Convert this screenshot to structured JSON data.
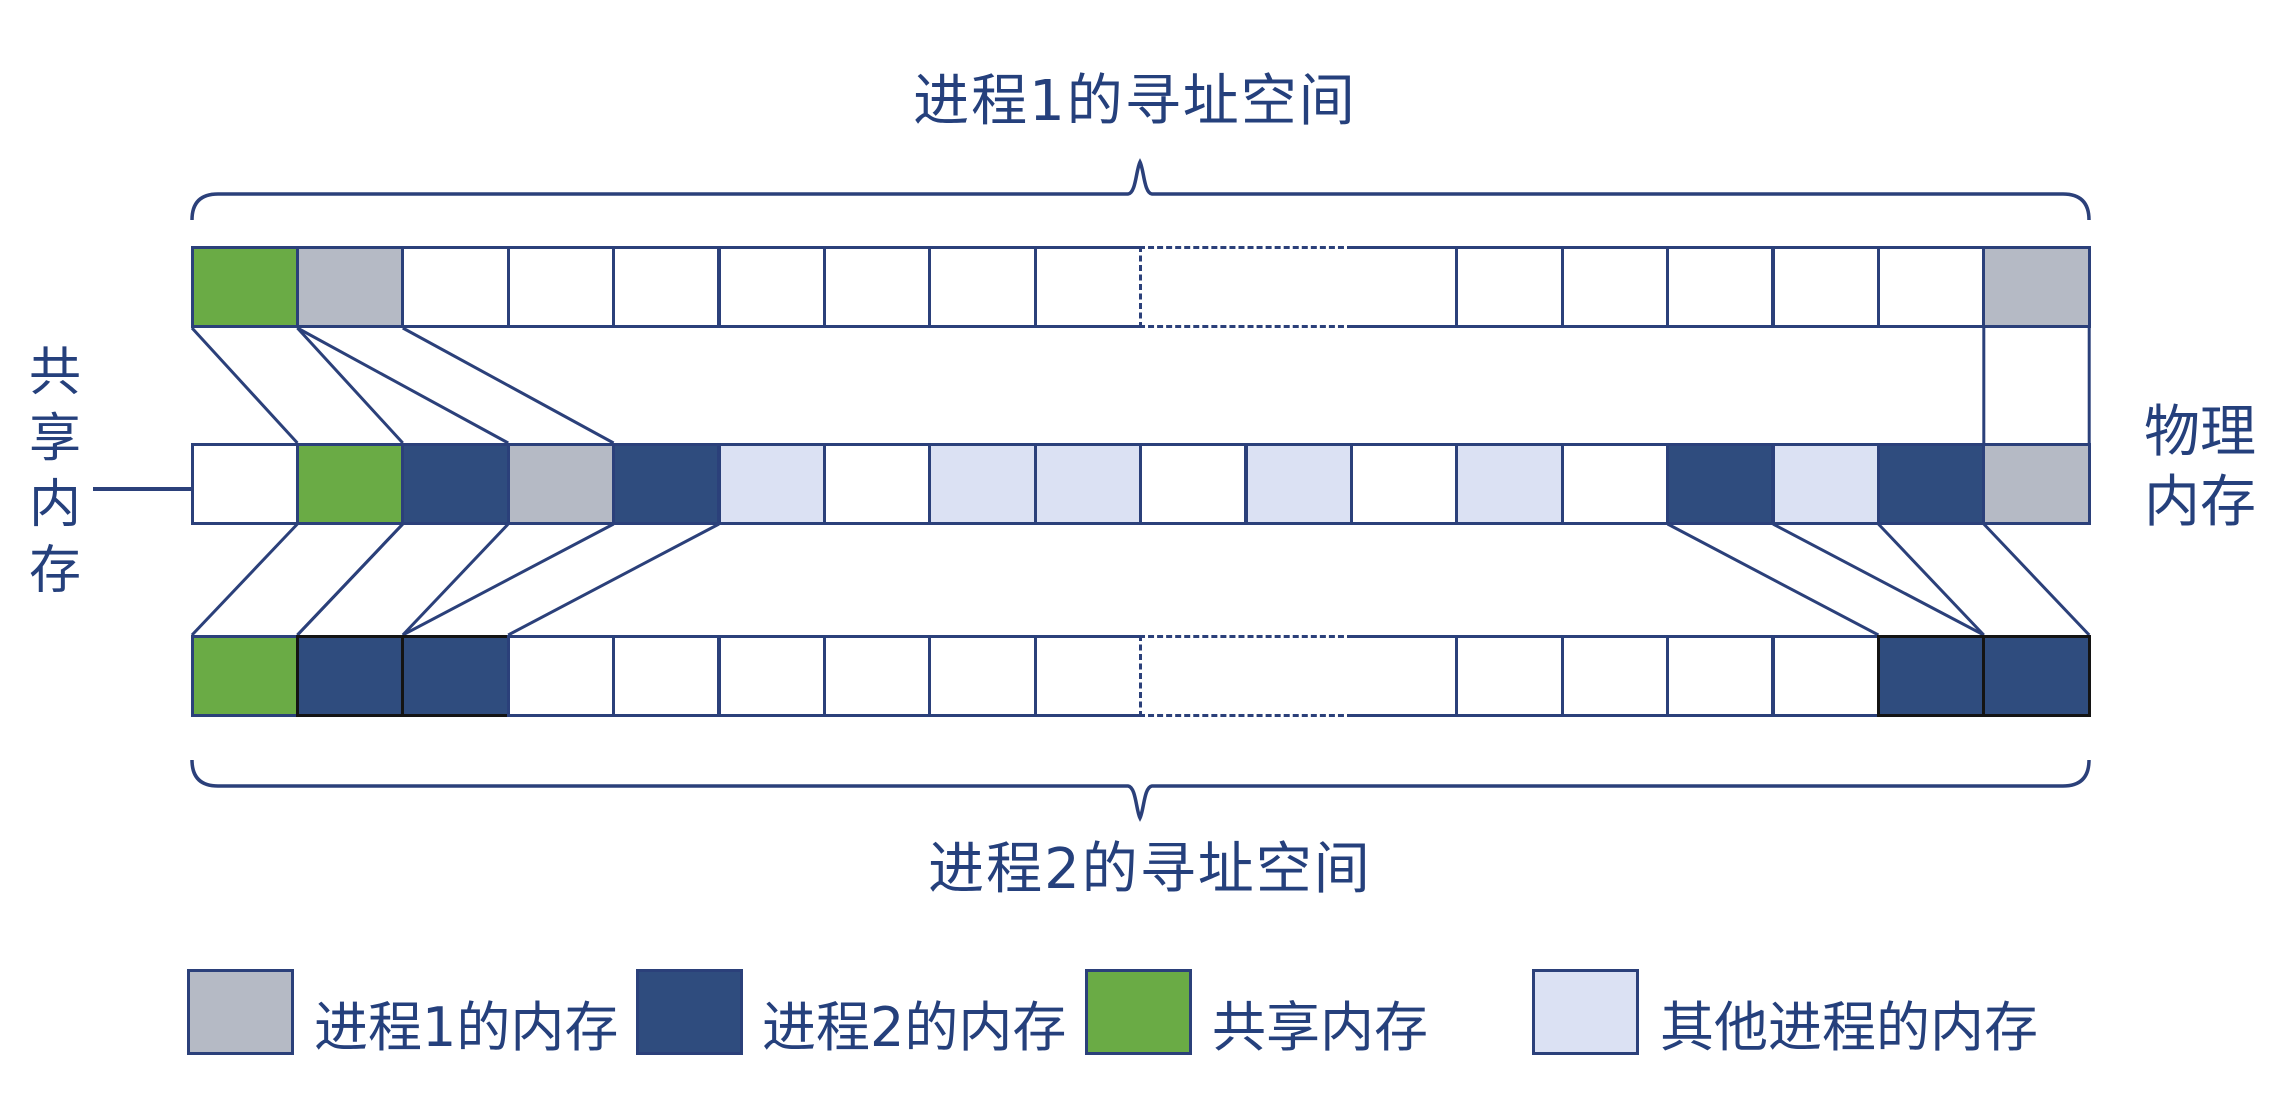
{
  "titles": {
    "process1_space": "进程1的寻址空间",
    "process2_space": "进程2的寻址空间",
    "physical_memory": "物理\n内存",
    "shared_memory_pointer": "共\n享\n内\n存"
  },
  "colors": {
    "p1": "#b5bac5",
    "p2": "#2f4c7e",
    "shared": "#6aab45",
    "other": "#dbe1f3",
    "free": "#ffffff",
    "stroke": "#2b407a",
    "p2_border": "#141414",
    "text": "#25407c"
  },
  "rows": {
    "process1": {
      "label": "进程1的寻址空间",
      "cells": [
        "shared",
        "p1",
        "free",
        "free",
        "free",
        "free",
        "free",
        "free",
        "free",
        "gap",
        "gap",
        "free",
        "free",
        "free",
        "free",
        "free",
        "free",
        "p1"
      ]
    },
    "physical": {
      "label": "物理内存",
      "cells": [
        "free",
        "shared",
        "p2",
        "p1",
        "p2",
        "other",
        "free",
        "other",
        "other",
        "free",
        "other",
        "free",
        "other",
        "free",
        "p2",
        "other",
        "p2",
        "p1"
      ]
    },
    "process2": {
      "label": "进程2的寻址空间",
      "cells": [
        "shared",
        "p2",
        "p2",
        "free",
        "free",
        "free",
        "free",
        "free",
        "free",
        "gap",
        "gap",
        "free",
        "free",
        "free",
        "free",
        "free",
        "p2",
        "p2"
      ]
    }
  },
  "mappings": {
    "process1_to_physical": [
      {
        "src": 0,
        "dst": 1,
        "meaning": "shared memory page"
      },
      {
        "src": 1,
        "dst": 3,
        "meaning": "process 1 memory page"
      },
      {
        "src": 17,
        "dst": 17,
        "meaning": "process 1 memory page"
      }
    ],
    "process2_to_physical": [
      {
        "src": 0,
        "dst": 1,
        "meaning": "shared memory page"
      },
      {
        "src": 1,
        "dst": 2,
        "meaning": "process 2 memory page"
      },
      {
        "src": 2,
        "dst": 4,
        "meaning": "process 2 memory page"
      },
      {
        "src": 16,
        "dst": 14,
        "meaning": "process 2 memory page"
      },
      {
        "src": 17,
        "dst": 16,
        "meaning": "process 2 memory page"
      }
    ]
  },
  "legend": [
    {
      "key": "p1",
      "label": "进程1的内存",
      "color": "#b5bac5"
    },
    {
      "key": "p2",
      "label": "进程2的内存",
      "color": "#2f4c7e"
    },
    {
      "key": "shared",
      "label": "共享内存",
      "color": "#6aab45"
    },
    {
      "key": "other",
      "label": "其他进程的内存",
      "color": "#dbe1f3"
    }
  ]
}
